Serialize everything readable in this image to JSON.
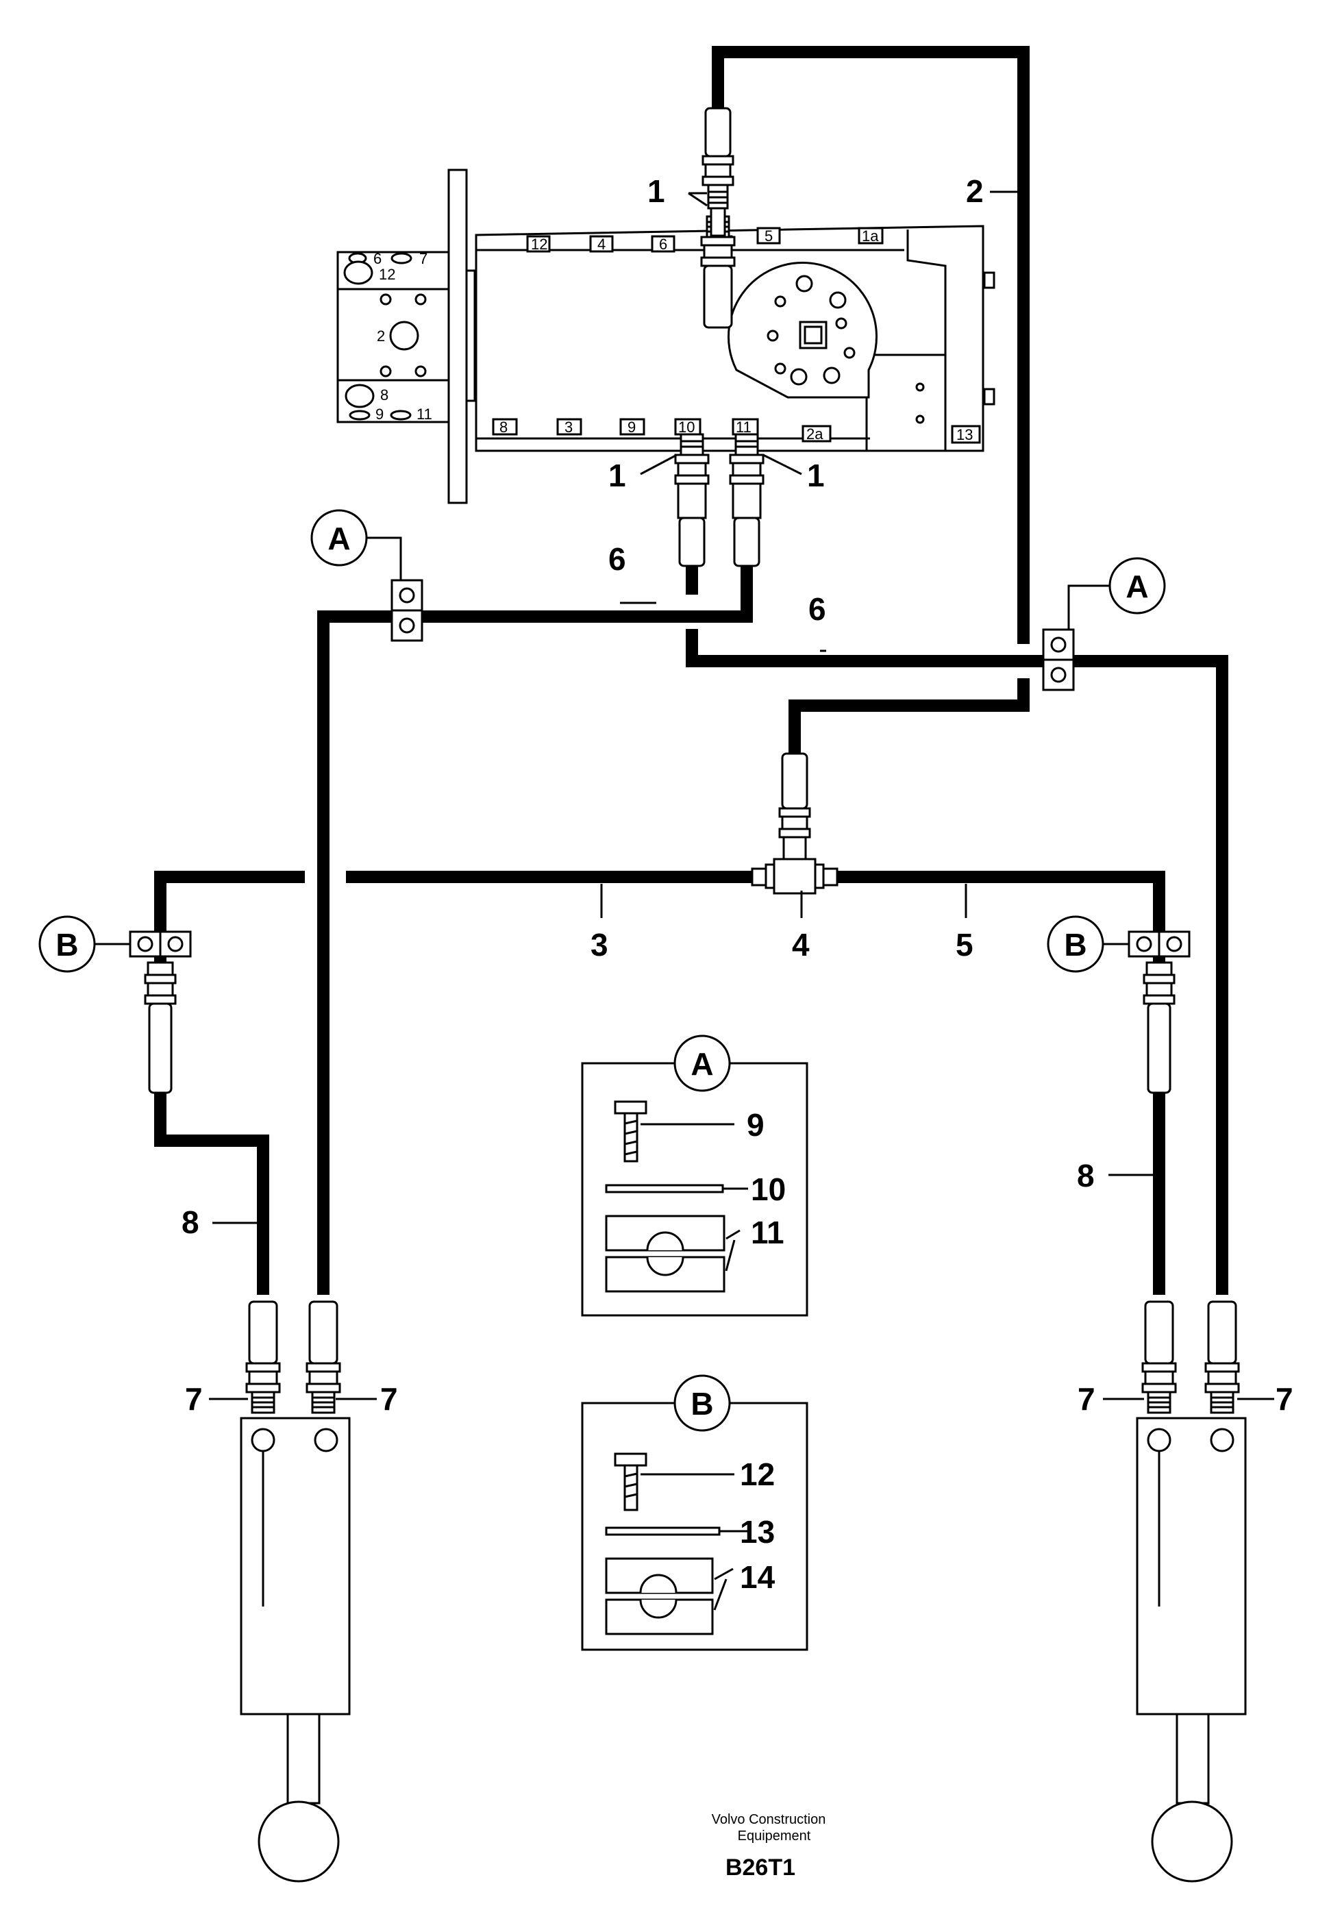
{
  "ports": {
    "p12": "12",
    "p4": "4",
    "p6": "6",
    "p7": "7",
    "p5": "5",
    "p1a": "1a",
    "p8": "8",
    "p3": "3",
    "p9": "9",
    "p10": "10",
    "p11": "11",
    "p2a": "2a",
    "p13": "13",
    "f6": "6",
    "f7": "7",
    "f12": "12",
    "f2": "2",
    "f8": "8",
    "f9": "9",
    "f11": "11"
  },
  "labels": {
    "l1a": "1",
    "l1b": "1",
    "l1c": "1",
    "l2": "2",
    "l3": "3",
    "l4": "4",
    "l5": "5",
    "l6a": "6",
    "l6b": "6",
    "l7a": "7",
    "l7b": "7",
    "l7c": "7",
    "l7d": "7",
    "l8a": "8",
    "l8b": "8",
    "l9": "9",
    "l10": "10",
    "l11": "11",
    "l12": "12",
    "l13": "13",
    "l14": "14"
  },
  "callouts": {
    "a1": "A",
    "a2": "A",
    "b1": "B",
    "b2": "B",
    "detail_a": "A",
    "detail_b": "B"
  },
  "footer": {
    "line1": "Volvo Construction",
    "line2": "Equipement",
    "code": "B26T1"
  }
}
